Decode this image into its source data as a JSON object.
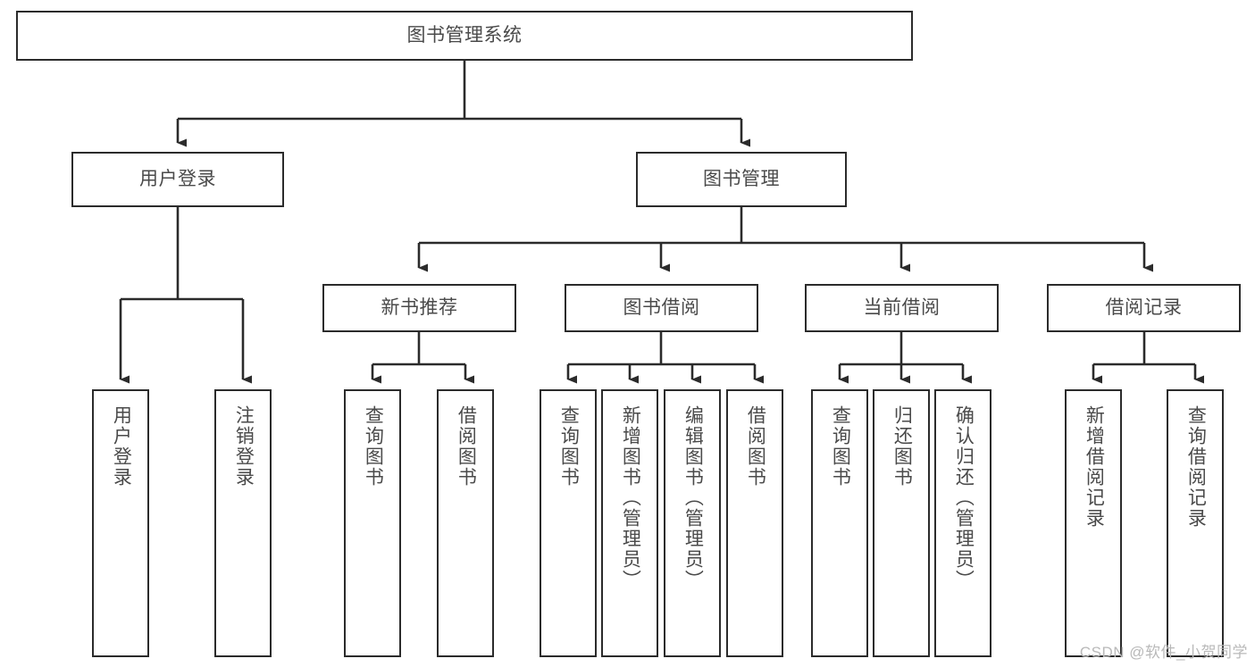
{
  "diagram": {
    "title": "图书管理系统",
    "type": "tree-hierarchy-chart",
    "watermark": "CSDN @软件_小贺同学",
    "colors": {
      "border": "#2b2b2b",
      "text": "#4a4a4a",
      "background": "#ffffff",
      "edge": "#2b2b2b",
      "watermark": "#b9b9b9"
    }
  },
  "nodes": {
    "root": {
      "label": "图书管理系统"
    },
    "level2": [
      {
        "id": "user-login",
        "label": "用户登录"
      },
      {
        "id": "book-management",
        "label": "图书管理"
      }
    ],
    "level3": [
      {
        "id": "new-book-recommend",
        "label": "新书推荐"
      },
      {
        "id": "book-borrow",
        "label": "图书借阅"
      },
      {
        "id": "current-borrow",
        "label": "当前借阅"
      },
      {
        "id": "borrow-record",
        "label": "借阅记录"
      }
    ],
    "leaves": {
      "user_login": [
        {
          "id": "leaf-user-login",
          "label": "用户登录"
        },
        {
          "id": "leaf-logout-login",
          "label": "注销登录"
        }
      ],
      "new_book_recommend": [
        {
          "id": "leaf-query-book-1",
          "label": "查询图书"
        },
        {
          "id": "leaf-borrow-book-1",
          "label": "借阅图书"
        }
      ],
      "book_borrow": [
        {
          "id": "leaf-query-book-2",
          "label": "查询图书"
        },
        {
          "id": "leaf-add-book",
          "label": "新增图书（管理员）"
        },
        {
          "id": "leaf-edit-book",
          "label": "编辑图书（管理员）"
        },
        {
          "id": "leaf-borrow-book-2",
          "label": "借阅图书"
        }
      ],
      "current_borrow": [
        {
          "id": "leaf-query-book-3",
          "label": "查询图书"
        },
        {
          "id": "leaf-return-book",
          "label": "归还图书"
        },
        {
          "id": "leaf-confirm-return",
          "label": "确认归还（管理员）"
        }
      ],
      "borrow_record": [
        {
          "id": "leaf-add-record",
          "label": "新增借阅记录"
        },
        {
          "id": "leaf-query-record",
          "label": "查询借阅记录"
        }
      ]
    }
  }
}
